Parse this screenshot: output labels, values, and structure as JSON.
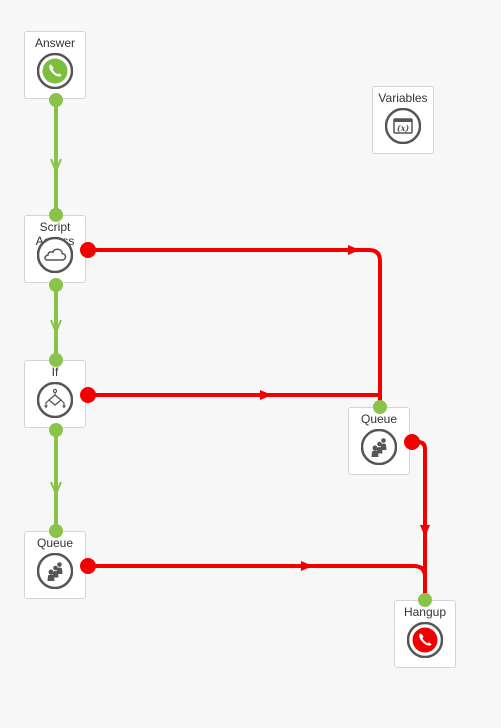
{
  "colors": {
    "success": "#8bc34a",
    "failure": "#f20000",
    "icon": "#555555",
    "answer_icon": "#7cbf3e",
    "hangup_icon": "#f20000"
  },
  "nodes": {
    "answer": {
      "label": "Answer",
      "icon": "phone-answer-icon"
    },
    "variables": {
      "label": "Variables",
      "icon": "variables-icon"
    },
    "script_access": {
      "label": "Script Access",
      "icon": "cloud-icon"
    },
    "if_node": {
      "label": "If",
      "icon": "branch-icon"
    },
    "queue_right": {
      "label": "Queue",
      "icon": "queue-people-icon"
    },
    "queue_bottom": {
      "label": "Queue",
      "icon": "queue-people-icon"
    },
    "hangup": {
      "label": "Hangup",
      "icon": "phone-hangup-icon"
    }
  },
  "variables_icon_text": "(x)"
}
